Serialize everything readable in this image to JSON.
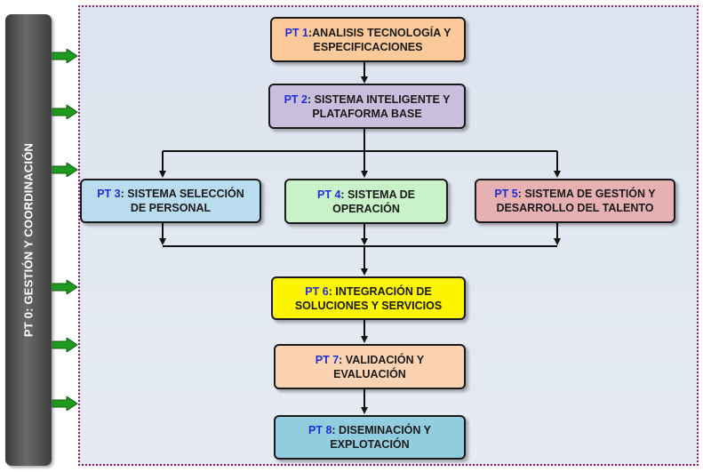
{
  "side_panel": {
    "label": "PT 0: GESTIÓN Y COORDINACIÓN"
  },
  "work_packages": [
    {
      "code": "PT 1",
      "sep": ":",
      "line1": "ANALISIS TECNOLOGÍA Y",
      "line2": "ESPECIFICACIONES",
      "color": "#fbc99a"
    },
    {
      "code": "PT 2",
      "sep": ": ",
      "line1": "SISTEMA INTELIGENTE Y",
      "line2": "PLATAFORMA BASE",
      "color": "#c9bfdc"
    },
    {
      "code": "PT 3",
      "sep": ": ",
      "line1": "SISTEMA SELECCIÓN",
      "line2": "DE PERSONAL",
      "color": "#b9dcef"
    },
    {
      "code": "PT 4",
      "sep": ": ",
      "line1": "SISTEMA DE",
      "line2": "OPERACIÓN",
      "color": "#c8f3c8"
    },
    {
      "code": "PT 5",
      "sep": ": ",
      "line1": "SISTEMA DE GESTIÓN Y",
      "line2": "DESARROLLO DEL TALENTO",
      "color": "#e7b1b4"
    },
    {
      "code": "PT 6",
      "sep": ": ",
      "line1": "INTEGRACIÓN DE",
      "line2": "SOLUCIONES Y SERVICIOS",
      "color": "#fdf400"
    },
    {
      "code": "PT 7",
      "sep": ": ",
      "line1": "VALIDACIÓN Y",
      "line2": "EVALUACIÓN",
      "color": "#fbd2b2"
    },
    {
      "code": "PT 8",
      "sep": ": ",
      "line1": "DISEMINACIÓN Y",
      "line2": "EXPLOTACIÓN",
      "color": "#92ccdf"
    }
  ],
  "colors": {
    "arrow_green": "#1e9a1e",
    "panel_border": "#8a1f6f",
    "code_blue": "#1f2fd6"
  }
}
